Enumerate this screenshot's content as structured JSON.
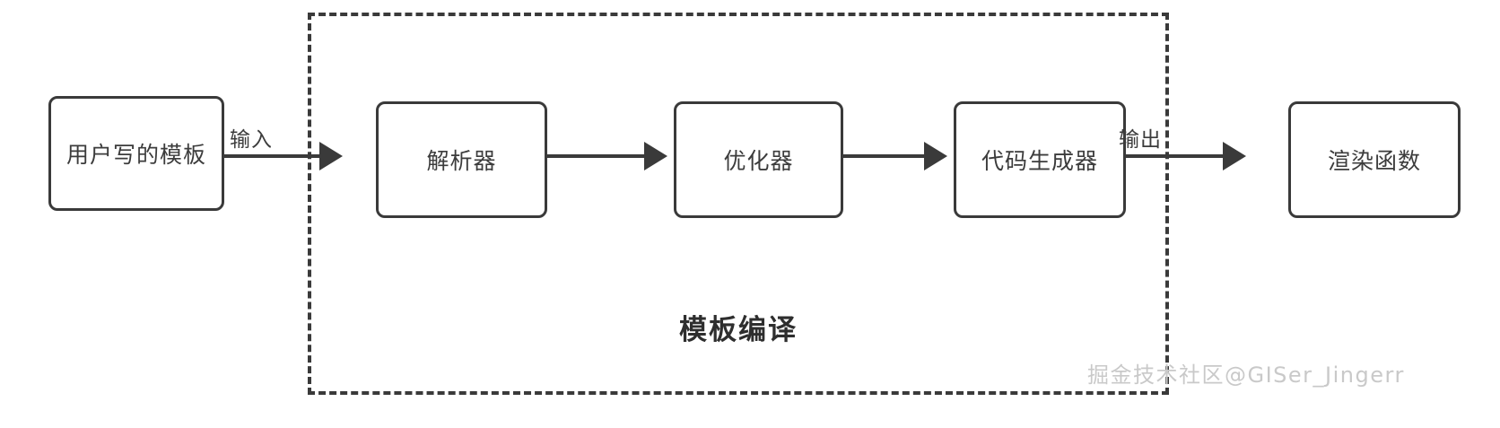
{
  "diagram": {
    "nodes": [
      {
        "id": "user-template",
        "label": "用户写的模板"
      },
      {
        "id": "parser",
        "label": "解析器"
      },
      {
        "id": "optimizer",
        "label": "优化器"
      },
      {
        "id": "code-generator",
        "label": "代码生成器"
      },
      {
        "id": "render-function",
        "label": "渲染函数"
      }
    ],
    "edge_labels": {
      "input": "输入",
      "output": "输出"
    },
    "group": {
      "caption": "模板编译"
    },
    "watermark": "掘金技术社区@GISer_Jingerr",
    "colors": {
      "stroke": "#3a3a3a",
      "text": "#3c3c3c",
      "background": "#ffffff",
      "watermark": "#c9c9c9"
    }
  }
}
